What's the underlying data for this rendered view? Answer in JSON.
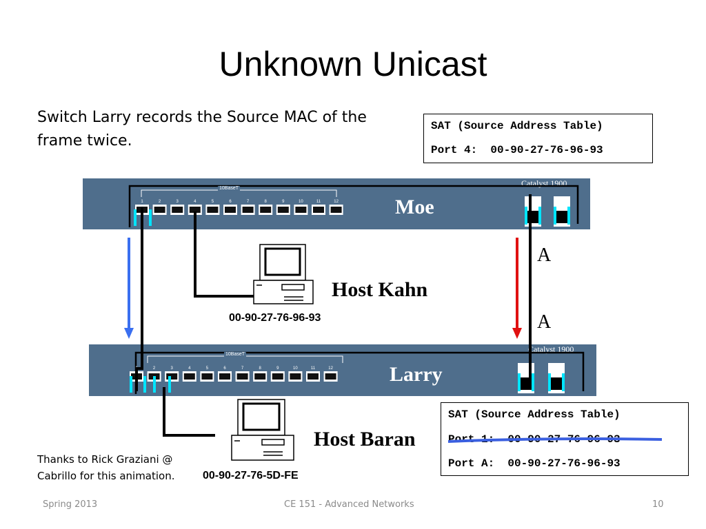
{
  "title": "Unknown Unicast",
  "intro": "Switch Larry records the Source MAC of the frame twice.",
  "sat_top": {
    "heading": "SAT (Source Address Table)",
    "rows": [
      "Port 4:  00-90-27-76-96-93"
    ]
  },
  "sat_bottom": {
    "heading": "SAT (Source Address Table)",
    "rows": [
      "Port 1:  00-90-27-76-96-93",
      "Port A:  00-90-27-76-96-93"
    ],
    "struck_row": "Port 1:  00-90-27-76-96-93"
  },
  "switches": {
    "moe": {
      "name": "Moe",
      "model": "Catalyst 1900",
      "ports_label": "10BaseT"
    },
    "larry": {
      "name": "Larry",
      "model": "Catalyst 1900",
      "ports_label": "10BaseT"
    }
  },
  "port_numbers": [
    "1",
    "2",
    "3",
    "4",
    "5",
    "6",
    "7",
    "8",
    "9",
    "10",
    "11",
    "12"
  ],
  "hosts": {
    "kahn": {
      "label": "Host Kahn",
      "mac": "00-90-27-76-96-93"
    },
    "baran": {
      "label": "Host Baran",
      "mac": "00-90-27-76-5D-FE"
    }
  },
  "port_a_labels": [
    "A",
    "A"
  ],
  "colors": {
    "switch_body": "#4f6e8c",
    "arrow_down_blue": "#3a6ff0",
    "arrow_down_red": "#e01010",
    "strike": "#3a5fe0",
    "port_accent": "#00e5ff"
  },
  "thanks": [
    "Thanks to Rick Graziani @",
    "Cabrillo for this animation."
  ],
  "footer": {
    "left": "Spring 2013",
    "center": "CE 151 - Advanced Networks",
    "right": "10"
  }
}
